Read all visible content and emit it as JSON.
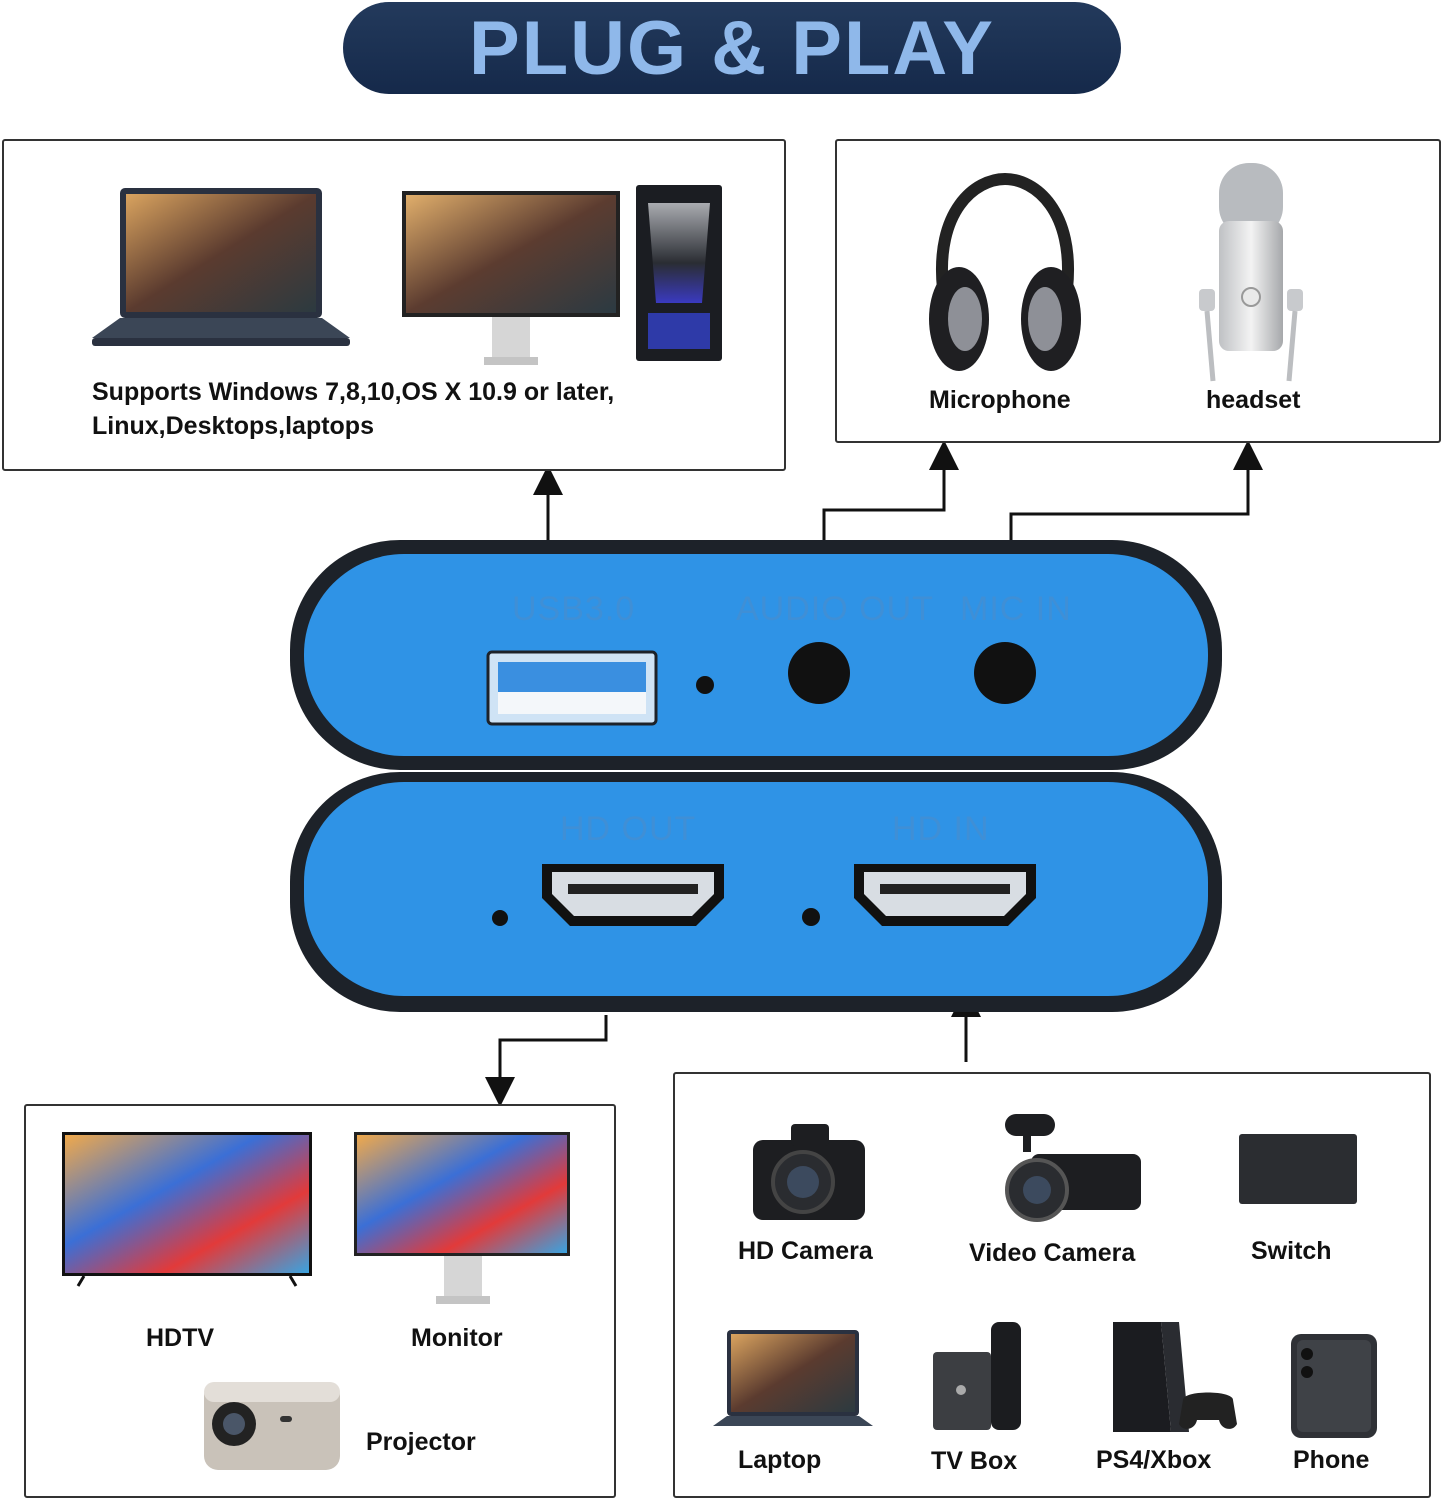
{
  "banner": {
    "title": "PLUG & PLAY"
  },
  "computer_box": {
    "description_line1": "Supports Windows 7,8,10,OS X 10.9 or later,",
    "description_line2": "Linux,Desktops,laptops"
  },
  "audio_box": {
    "items": [
      {
        "label": "Microphone"
      },
      {
        "label": "headset"
      }
    ]
  },
  "device": {
    "top_ports": [
      {
        "label": "USB3.0"
      },
      {
        "label": "AUDIO OUT"
      },
      {
        "label": "MIC IN"
      }
    ],
    "bottom_ports": [
      {
        "label": "HD OUT"
      },
      {
        "label": "HD IN"
      }
    ]
  },
  "output_box": {
    "items": [
      {
        "label": "HDTV"
      },
      {
        "label": "Monitor"
      },
      {
        "label": "Projector"
      }
    ]
  },
  "input_box": {
    "items": [
      {
        "label": "HD Camera"
      },
      {
        "label": "Video Camera"
      },
      {
        "label": "Switch"
      },
      {
        "label": "Laptop"
      },
      {
        "label": "TV Box"
      },
      {
        "label": "PS4/Xbox"
      },
      {
        "label": "Phone"
      }
    ]
  },
  "colors": {
    "banner_bg": "#1b3152",
    "banner_text": "#8fb8ea",
    "device_blue": "#2f93e6",
    "port_label": "#3f8fd6"
  }
}
